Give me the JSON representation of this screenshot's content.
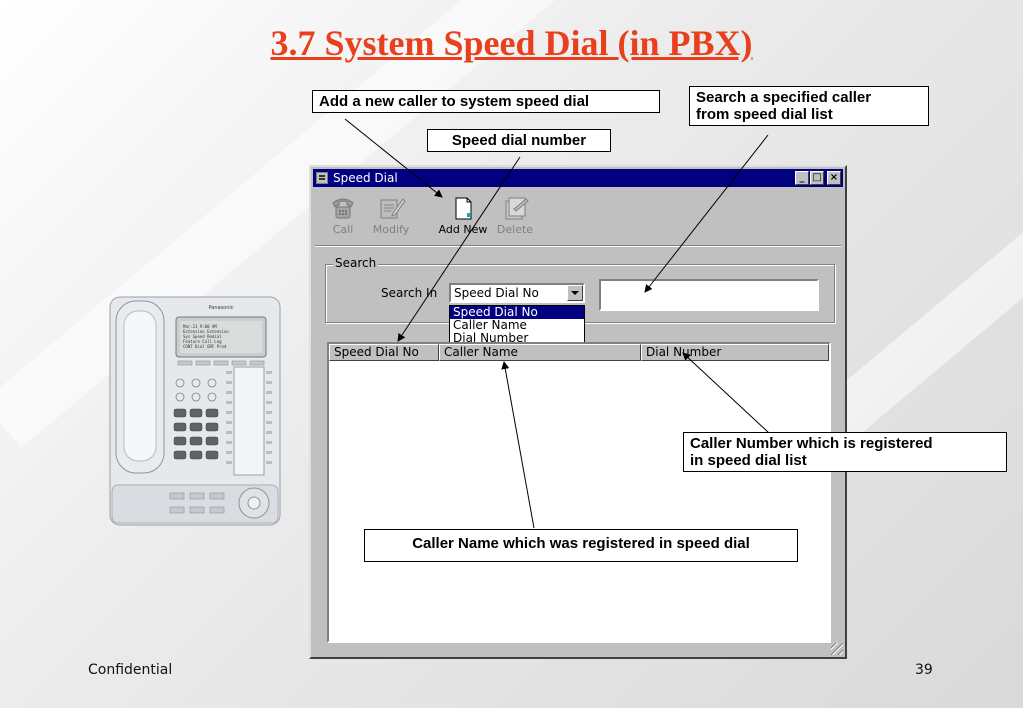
{
  "slide": {
    "title": "3.7 System Speed Dial (in PBX)",
    "footer_left": "Confidential",
    "page_number": "39",
    "title_color": "#e8401c"
  },
  "window": {
    "title": "Speed Dial",
    "titlebar_color": "#000080",
    "buttons": {
      "minimize": "_",
      "maximize": "□",
      "close": "×"
    }
  },
  "toolbar": {
    "call": {
      "label": "Call",
      "icon": "phone-icon",
      "enabled": false
    },
    "modify": {
      "label": "Modify",
      "icon": "edit-icon",
      "enabled": false
    },
    "add_new": {
      "label": "Add New",
      "icon": "new-document-icon",
      "enabled": true
    },
    "delete": {
      "label": "Delete",
      "icon": "delete-icon",
      "enabled": false
    }
  },
  "search": {
    "group_label": "Search",
    "search_in_label": "Search In",
    "selected": "Speed Dial No",
    "options": [
      "Speed Dial No",
      "Caller Name",
      "Dial Number"
    ],
    "value": ""
  },
  "list": {
    "columns": [
      "Speed Dial No",
      "Caller Name",
      "Dial Number"
    ],
    "rows": []
  },
  "phone": {
    "brand": "Panasonic",
    "screen_lines": [
      "Mar.21  9:00 AM",
      "Extension   Extension",
      "Sys Speed   Redial",
      "Feature     Call Log",
      "CONT Dial   ORF  Prod"
    ]
  },
  "callouts": {
    "add_new": "Add a new caller to system speed dial",
    "search": "Search a specified caller from speed dial list",
    "search_line1": "Search a specified caller",
    "search_line2": "from speed dial list",
    "speed_dial_number": "Speed dial number",
    "caller_number_line1": "Caller Number which is registered",
    "caller_number_line2": "in speed dial list",
    "caller_name": "Caller Name which was registered in speed dial"
  }
}
